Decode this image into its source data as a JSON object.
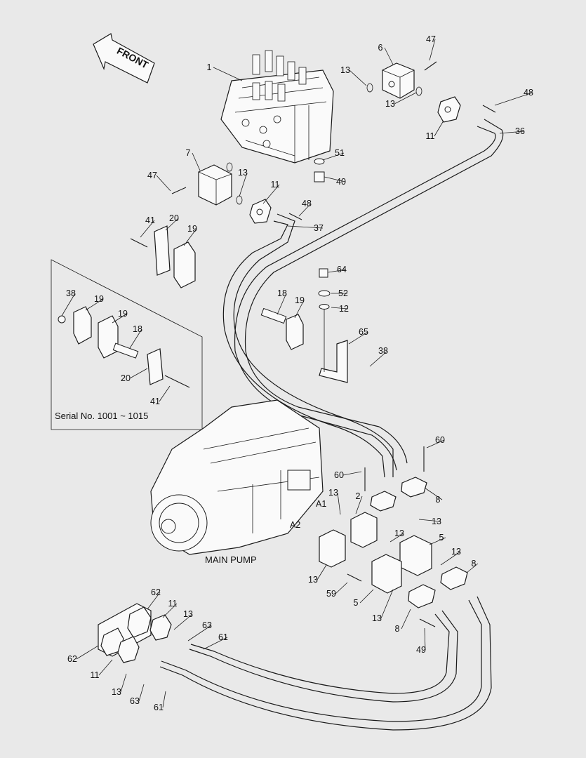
{
  "front_label": "FRONT",
  "serial_caption": "Serial No. 1001 ~ 1015",
  "main_pump_label": "MAIN PUMP",
  "port_labels": [
    "A1",
    "A2"
  ],
  "callouts": [
    "1",
    "6",
    "47",
    "13",
    "48",
    "11",
    "36",
    "7",
    "13",
    "51",
    "47",
    "13",
    "40",
    "11",
    "48",
    "41",
    "20",
    "19",
    "37",
    "38",
    "19",
    "19",
    "18",
    "20",
    "41",
    "64",
    "52",
    "18",
    "19",
    "12",
    "65",
    "38",
    "60",
    "60",
    "13",
    "8",
    "2",
    "13",
    "13",
    "5",
    "13",
    "13",
    "8",
    "59",
    "5",
    "13",
    "8",
    "49",
    "62",
    "11",
    "13",
    "63",
    "61",
    "62",
    "11",
    "13",
    "63",
    "61"
  ]
}
